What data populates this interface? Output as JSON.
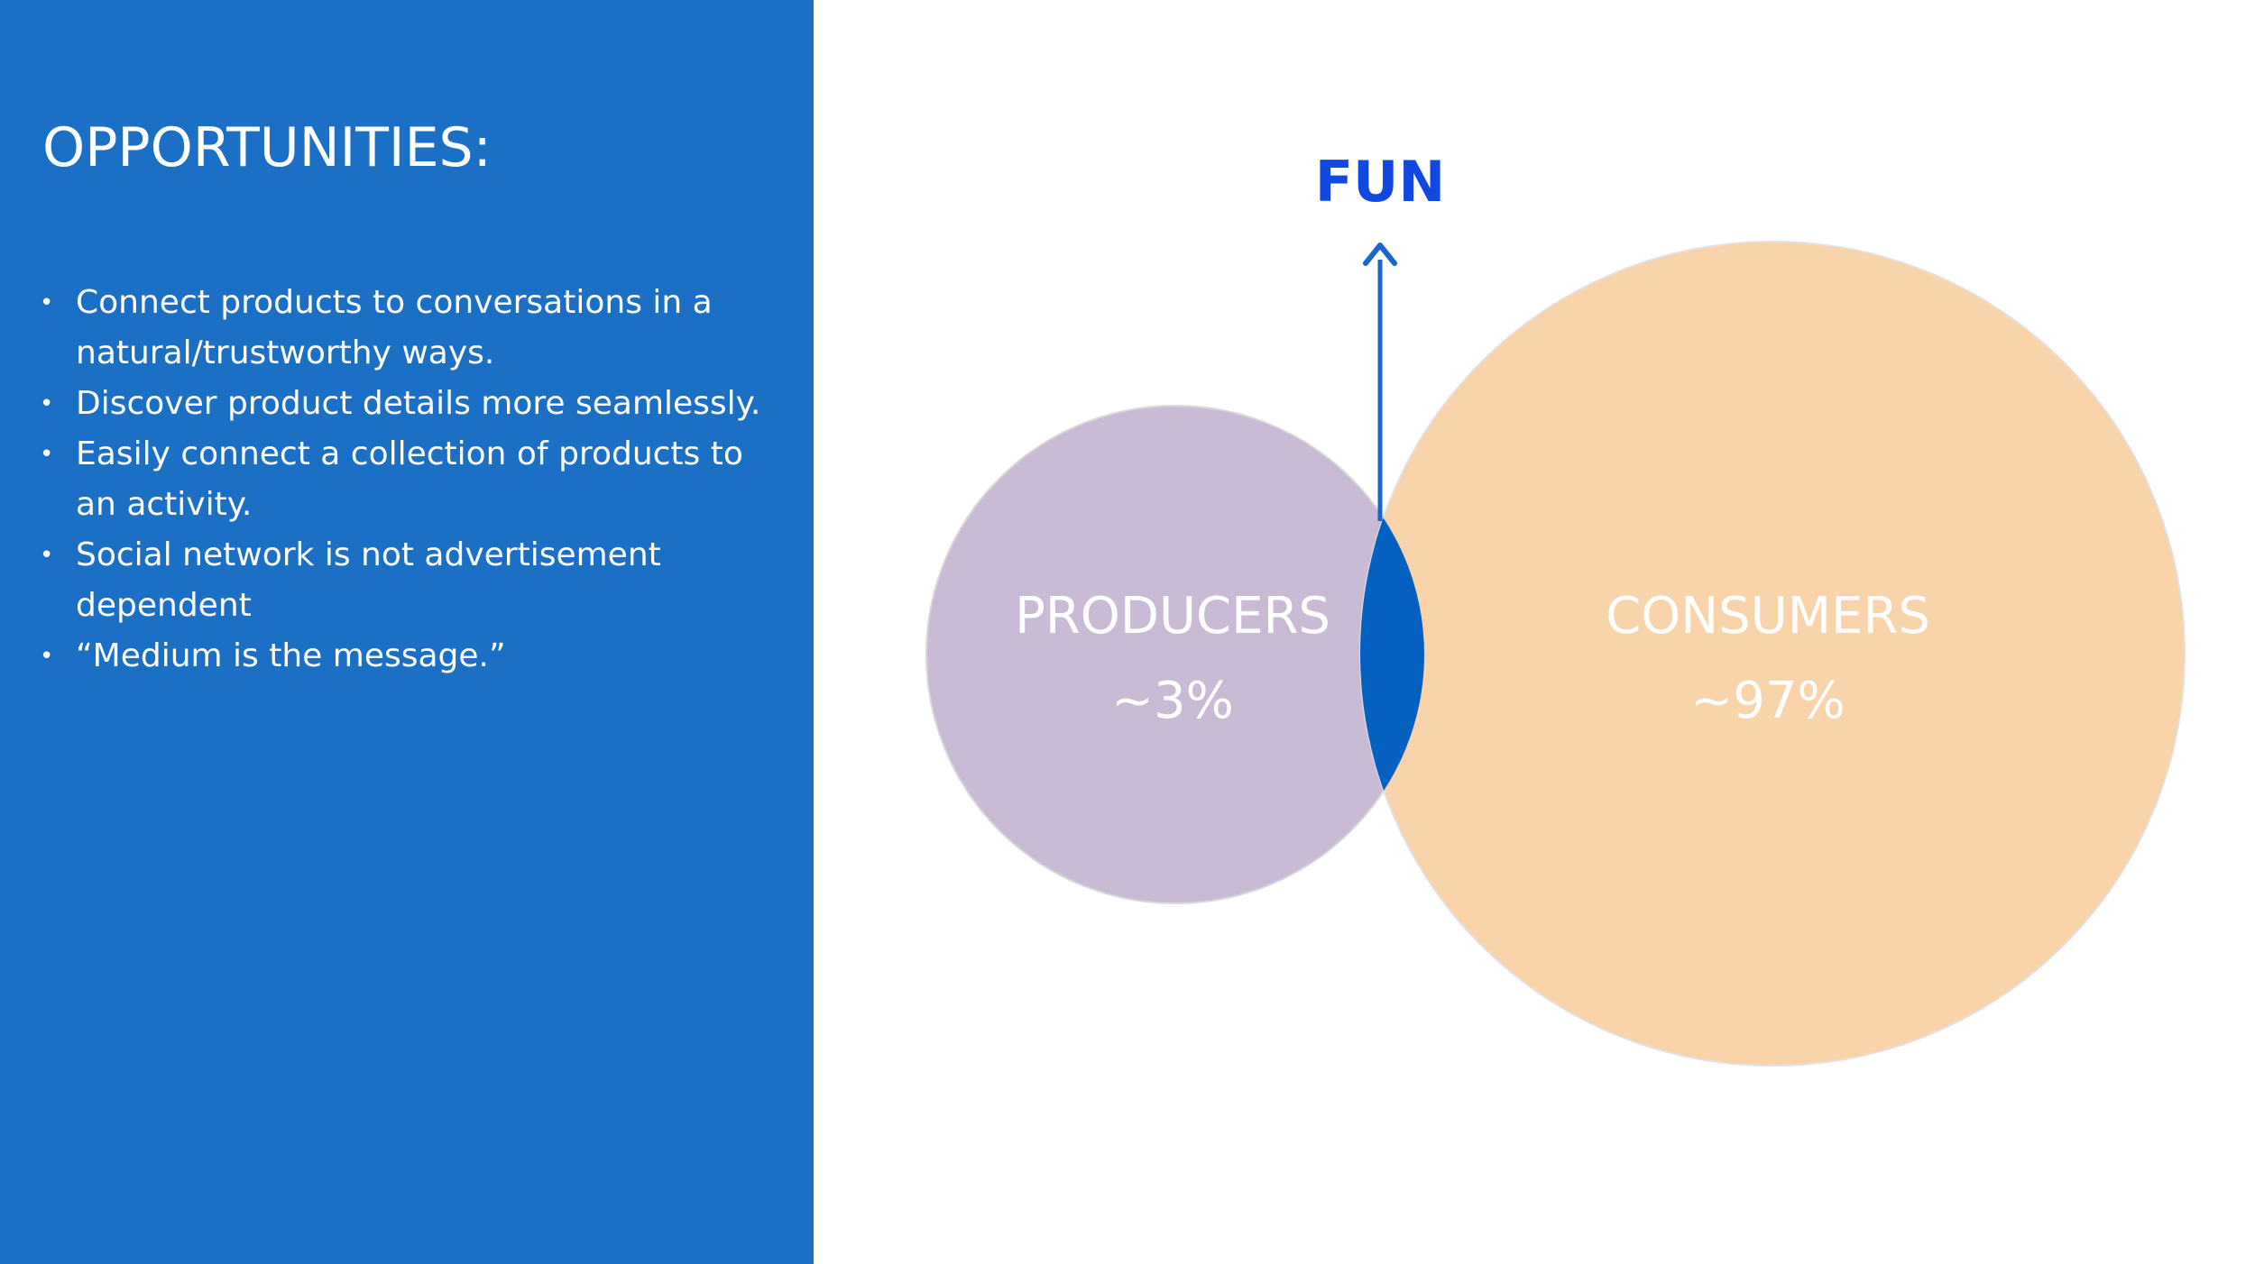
{
  "slide": {
    "title": "OPPORTUNITIES:",
    "bullets": [
      {
        "lines": [
          "Connect products to conversations in a",
          "natural/trustworthy ways."
        ]
      },
      {
        "lines": [
          "Discover product details more seamlessly."
        ]
      },
      {
        "lines": [
          "Easily connect a collection of products to",
          "an activity."
        ]
      },
      {
        "lines": [
          "Social network is not advertisement",
          "dependent"
        ]
      },
      {
        "lines": [
          "“Medium is the message.”"
        ]
      }
    ]
  },
  "diagram": {
    "arrow_label": "FUN",
    "producers": {
      "label": "PRODUCERS",
      "value": "~3%"
    },
    "consumers": {
      "label": "CONSUMERS",
      "value": "~97%"
    }
  },
  "colors": {
    "panel": "#1b70c6",
    "producers_circle": "#c9bbd6",
    "consumers_circle": "#f9d3a9",
    "overlap": "#0461c0",
    "arrow": "#1a66cc",
    "fun_text": "#1048e0"
  }
}
